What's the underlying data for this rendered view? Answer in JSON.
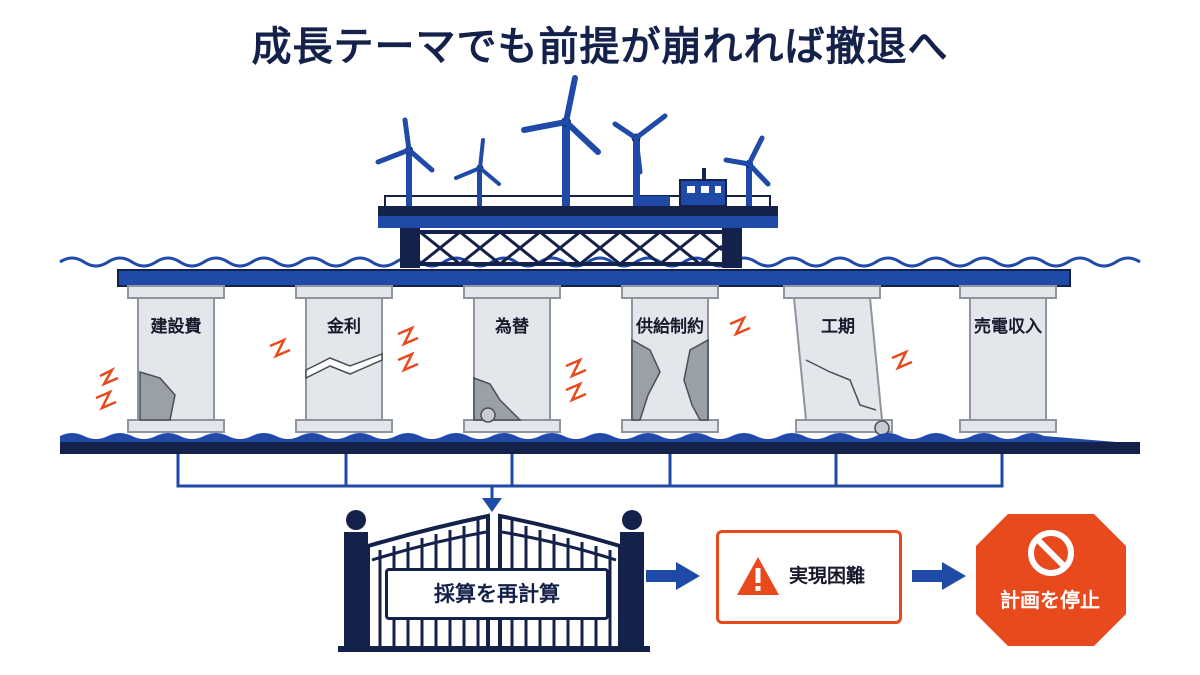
{
  "title": "成長テーマでも前提が崩れれば撤退へ",
  "pillars": [
    {
      "label": "建設費"
    },
    {
      "label": "金利"
    },
    {
      "label": "為替"
    },
    {
      "label": "供給制約"
    },
    {
      "label": "工期"
    },
    {
      "label": "売電収入"
    }
  ],
  "flow": {
    "gate_label": "採算を再計算",
    "difficulty_label": "実現困難",
    "stop_label": "計画を停止"
  },
  "icons": [
    "wind-turbine-icon",
    "crack-icon",
    "warning-triangle-icon",
    "prohibited-icon",
    "arrow-right-icon"
  ],
  "colors": {
    "navy": "#14214a",
    "blue": "#1f4aa8",
    "orange": "#e8491d",
    "pillar_gray": "#e3e6ea"
  }
}
